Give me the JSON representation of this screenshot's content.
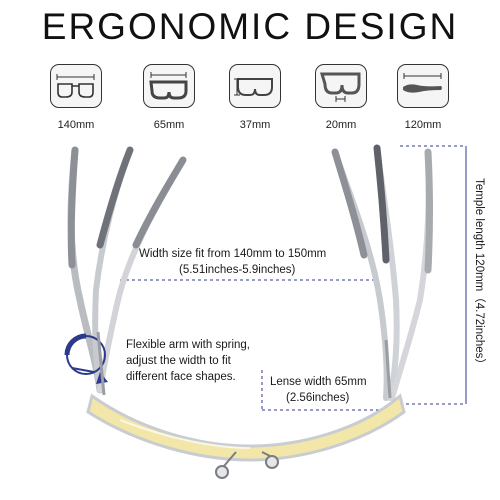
{
  "title": "ERGONOMIC DESIGN",
  "dimension_icons": [
    {
      "icon": "front-width-icon",
      "label": "140mm"
    },
    {
      "icon": "frame-height-icon",
      "label": "65mm"
    },
    {
      "icon": "lens-height-icon",
      "label": "37mm"
    },
    {
      "icon": "bridge-width-icon",
      "label": "20mm"
    },
    {
      "icon": "temple-length-icon",
      "label": "120mm"
    }
  ],
  "callouts": {
    "width_line1": "Width size fit from 140mm to 150mm",
    "width_line2": "(5.51inches-5.9inches)",
    "flex_line1": "Flexible arm with spring,",
    "flex_line2": "adjust the width to fit",
    "flex_line3": "different face shapes.",
    "lens_line1": "Lense width 65mm",
    "lens_line2": "(2.56inches)",
    "temple": "Temple length 120mm（4.72inches）"
  },
  "colors": {
    "accent_blue": "#2d3a8c",
    "lens_yellow": "#f2e6a8",
    "frame_silver": "#c9ccd1"
  }
}
